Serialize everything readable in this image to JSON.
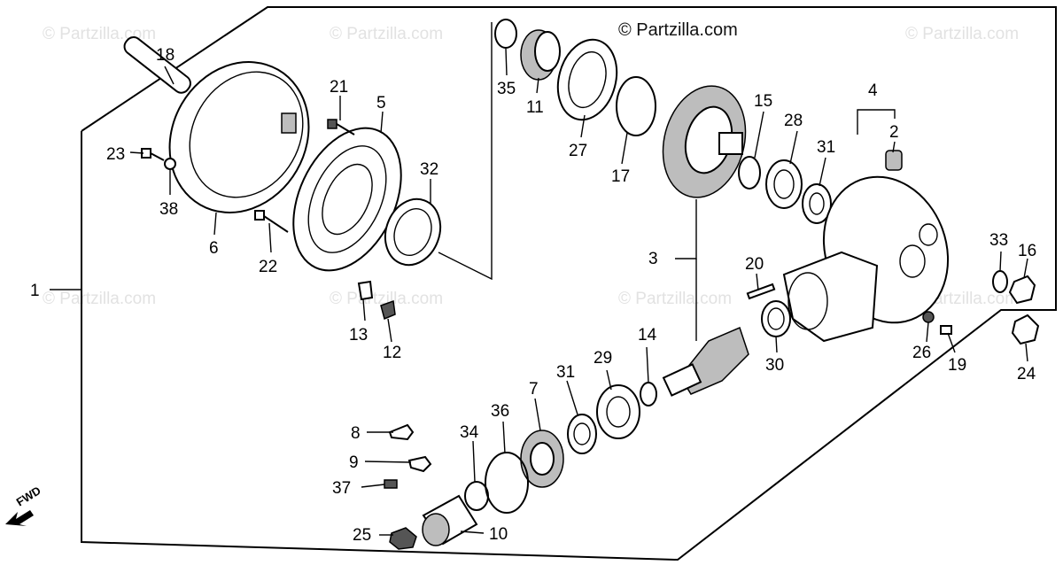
{
  "watermarks": {
    "main": "© Partzilla.com",
    "faded": "© Partzilla.com"
  },
  "fwd_label": "FWD",
  "callouts": {
    "p1": "1",
    "p2": "2",
    "p3": "3",
    "p4": "4",
    "p5": "5",
    "p6": "6",
    "p7": "7",
    "p8": "8",
    "p9": "9",
    "p10": "10",
    "p11": "11",
    "p12": "12",
    "p13": "13",
    "p14": "14",
    "p15": "15",
    "p16": "16",
    "p17": "17",
    "p18": "18",
    "p19": "19",
    "p20": "20",
    "p21": "21",
    "p22": "22",
    "p23": "23",
    "p24": "24",
    "p25": "25",
    "p26": "26",
    "p27": "27",
    "p28": "28",
    "p29": "29",
    "p30": "30",
    "p31a": "31",
    "p31b": "31",
    "p32": "32",
    "p33": "33",
    "p34": "34",
    "p35": "35",
    "p36": "36",
    "p37": "37",
    "p38": "38"
  }
}
